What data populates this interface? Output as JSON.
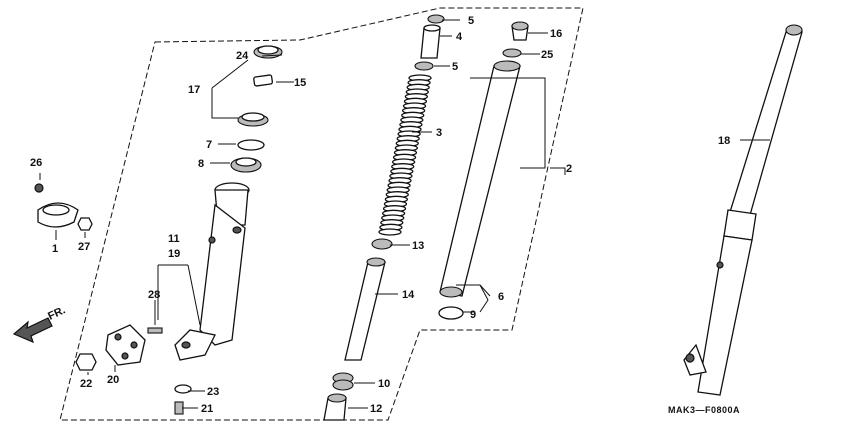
{
  "diagram": {
    "code": "MAK3—F0800A",
    "direction_label": "FR.",
    "callouts": [
      {
        "id": "c1",
        "text": "1"
      },
      {
        "id": "c2",
        "text": "2"
      },
      {
        "id": "c3",
        "text": "3"
      },
      {
        "id": "c4",
        "text": "4"
      },
      {
        "id": "c5a",
        "text": "5"
      },
      {
        "id": "c5b",
        "text": "5"
      },
      {
        "id": "c6",
        "text": "6"
      },
      {
        "id": "c7",
        "text": "7"
      },
      {
        "id": "c8",
        "text": "8"
      },
      {
        "id": "c9",
        "text": "9"
      },
      {
        "id": "c10",
        "text": "10"
      },
      {
        "id": "c11",
        "text": "11"
      },
      {
        "id": "c12",
        "text": "12"
      },
      {
        "id": "c13",
        "text": "13"
      },
      {
        "id": "c14",
        "text": "14"
      },
      {
        "id": "c15",
        "text": "15"
      },
      {
        "id": "c16",
        "text": "16"
      },
      {
        "id": "c17",
        "text": "17"
      },
      {
        "id": "c18",
        "text": "18"
      },
      {
        "id": "c19",
        "text": "19"
      },
      {
        "id": "c20",
        "text": "20"
      },
      {
        "id": "c21",
        "text": "21"
      },
      {
        "id": "c22",
        "text": "22"
      },
      {
        "id": "c23",
        "text": "23"
      },
      {
        "id": "c24",
        "text": "24"
      },
      {
        "id": "c25",
        "text": "25"
      },
      {
        "id": "c26",
        "text": "26"
      },
      {
        "id": "c27",
        "text": "27"
      },
      {
        "id": "c28",
        "text": "28"
      }
    ]
  }
}
